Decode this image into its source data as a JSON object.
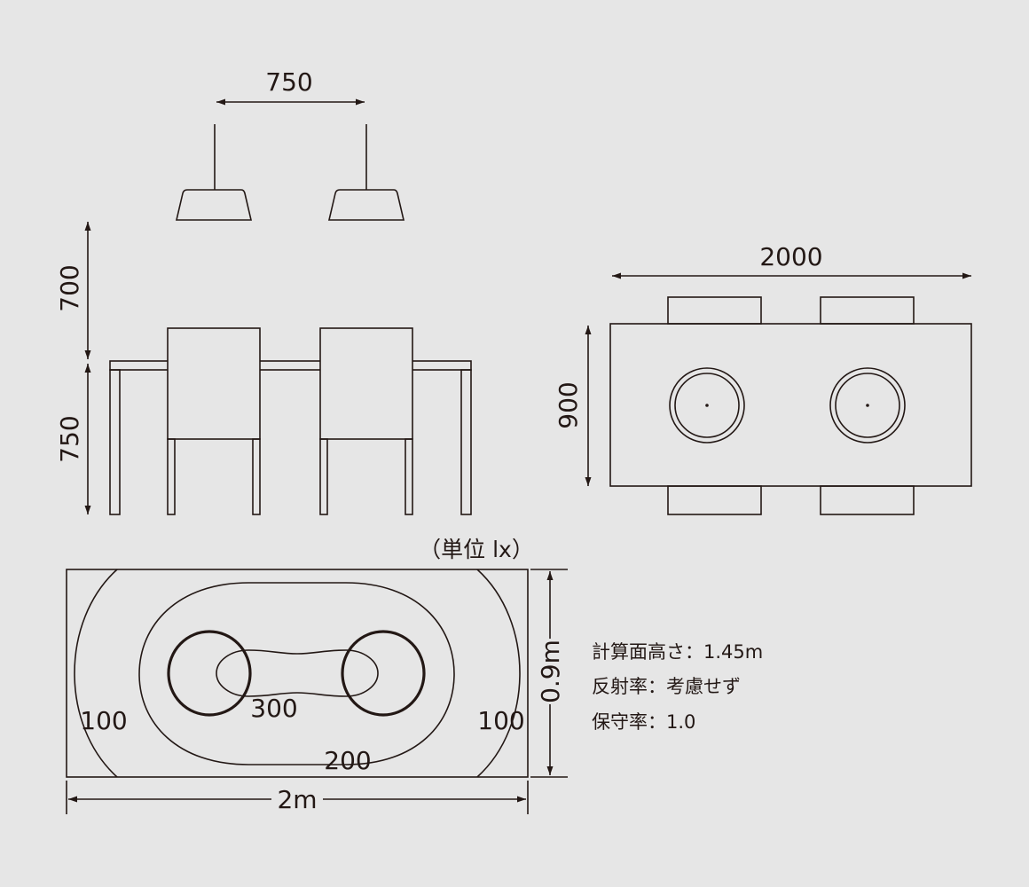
{
  "elevation": {
    "lamp_spacing": "750",
    "lamp_height_above_table": "700",
    "table_height": "750"
  },
  "plan": {
    "table_width": "2000",
    "table_depth": "900"
  },
  "illuminance": {
    "unit_label": "（単位 lx）",
    "contours": {
      "outer_left": "100",
      "outer_right": "100",
      "middle": "200",
      "inner": "300"
    },
    "width_label": "2m",
    "depth_label": "0.9m"
  },
  "notes": [
    "計算面高さ：1.45m",
    "反射率：考慮せず",
    "保守率：1.0"
  ],
  "colors": {
    "background": "#e6e6e6",
    "line": "#231815"
  }
}
